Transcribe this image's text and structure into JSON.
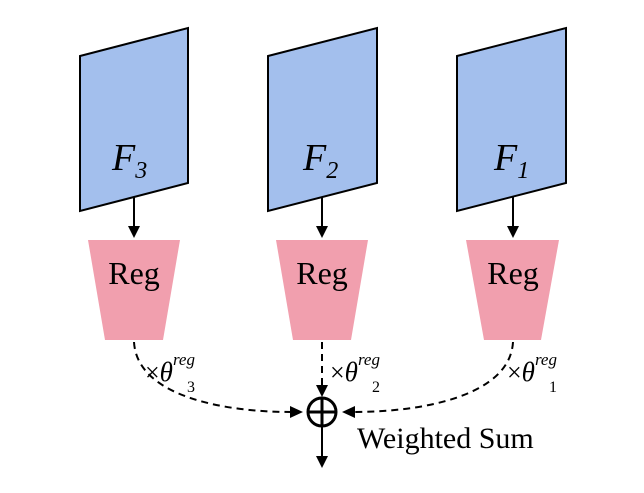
{
  "branches": [
    {
      "feature": {
        "base": "F",
        "sub": "3"
      },
      "regressor": "Reg",
      "weight": {
        "mul": "×",
        "symbol": "θ",
        "sup": "reg",
        "sub": "3"
      }
    },
    {
      "feature": {
        "base": "F",
        "sub": "2"
      },
      "regressor": "Reg",
      "weight": {
        "mul": "×",
        "symbol": "θ",
        "sup": "reg",
        "sub": "2"
      }
    },
    {
      "feature": {
        "base": "F",
        "sub": "1"
      },
      "regressor": "Reg",
      "weight": {
        "mul": "×",
        "symbol": "θ",
        "sup": "reg",
        "sub": "1"
      }
    }
  ],
  "sum_label": "Weighted Sum",
  "colors": {
    "feature_fill": "#a3bfed",
    "regressor_fill": "#f19fae",
    "lines": "#000000"
  }
}
